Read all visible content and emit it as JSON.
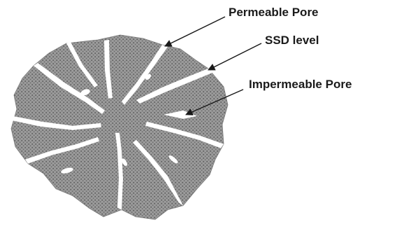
{
  "labels": {
    "permeable_pore": "Permeable Pore",
    "ssd_level": "SSD level",
    "impermeable_pore": "Impermeable Pore"
  },
  "colors": {
    "particle_fill": "#8f8f8f",
    "particle_dot": "#5e5e5e",
    "pore_fill": "#ffffff",
    "arrow": "#1a1a1a"
  }
}
